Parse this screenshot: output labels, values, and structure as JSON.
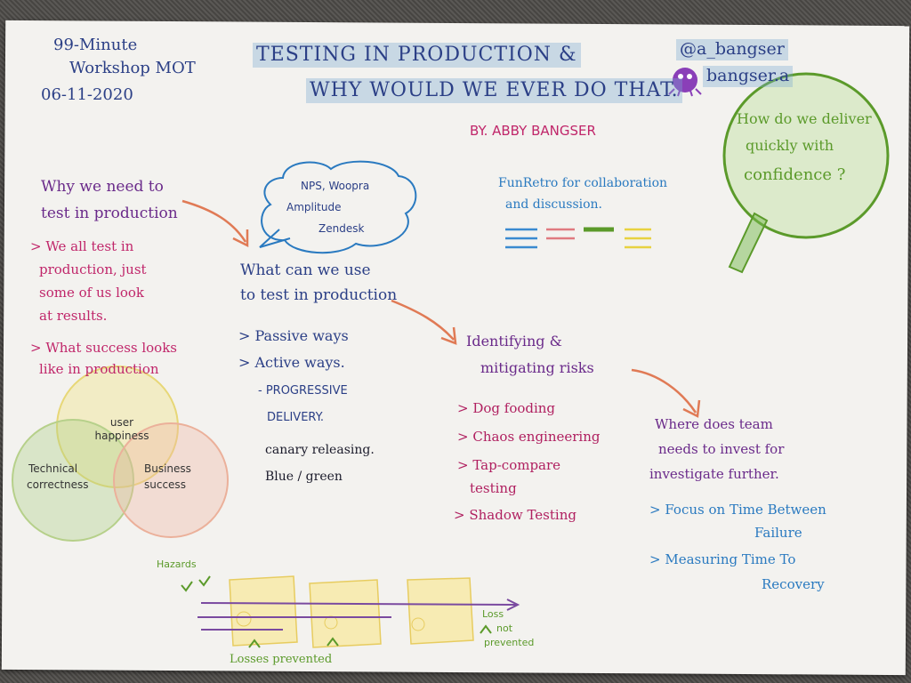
{
  "header": {
    "workshop_line1": "99-Minute",
    "workshop_line2": "Workshop MOT",
    "date": "06-11-2020",
    "title_line1": "TESTING IN PRODUCTION &",
    "title_line2": "WHY WOULD WE EVER DO THAT.",
    "byline": "BY. ABBY BANGSER",
    "handle_twitter": "@a_bangser",
    "handle_other": "bangser.a"
  },
  "magnifier": {
    "text_line1": "How do we deliver",
    "text_line2": "quickly with",
    "text_line3": "confidence ?"
  },
  "why_section": {
    "heading_line1": "Why we need to",
    "heading_line2": "test in production",
    "bullet1_line1": "> We all test in",
    "bullet1_line2": "production, just",
    "bullet1_line3": "some of us look",
    "bullet1_line4": "at results.",
    "bullet2_line1": "> What success looks",
    "bullet2_line2": "like in production"
  },
  "venn": {
    "top": "user happiness",
    "left_line1": "Technical",
    "left_line2": "correctness",
    "right_line1": "Business",
    "right_line2": "success"
  },
  "cloud": {
    "line1": "NPS, Woopra",
    "line2": "Amplitude",
    "line3": "Zendesk"
  },
  "tools_section": {
    "heading_line1": "What can we use",
    "heading_line2": "to test in production",
    "item1": "> Passive ways",
    "item2": "> Active ways.",
    "item3": "- PROGRESSIVE",
    "item4": "DELIVERY.",
    "item5": "canary releasing.",
    "item6": "Blue / green"
  },
  "funretro": {
    "line1": "FunRetro for collaboration",
    "line2": "and discussion."
  },
  "risks_section": {
    "heading_line1": "Identifying &",
    "heading_line2": "mitigating risks",
    "item1": "> Dog fooding",
    "item2": "> Chaos engineering",
    "item3": "> Tap-compare",
    "item4": "testing",
    "item5": "> Shadow Testing"
  },
  "team_section": {
    "heading_line1": "Where does team",
    "heading_line2": "needs to invest for",
    "heading_line3": "investigate further.",
    "item1_line1": "> Focus on Time Between",
    "item1_line2": "Failure",
    "item2_line1": "> Measuring Time To",
    "item2_line2": "Recovery"
  },
  "swiss_cheese": {
    "hazards": "Hazards",
    "losses_prevented": "Losses prevented",
    "loss_not_line1": "Loss",
    "loss_not_line2": "not",
    "loss_not_line3": "prevented"
  },
  "colors": {
    "navy": "#2b3f86",
    "pink": "#c0266a",
    "purple": "#6a2a8a",
    "green": "#5b9a2a",
    "blue": "#2a7ac0",
    "orange": "#e07a55",
    "magenta": "#b02060"
  }
}
